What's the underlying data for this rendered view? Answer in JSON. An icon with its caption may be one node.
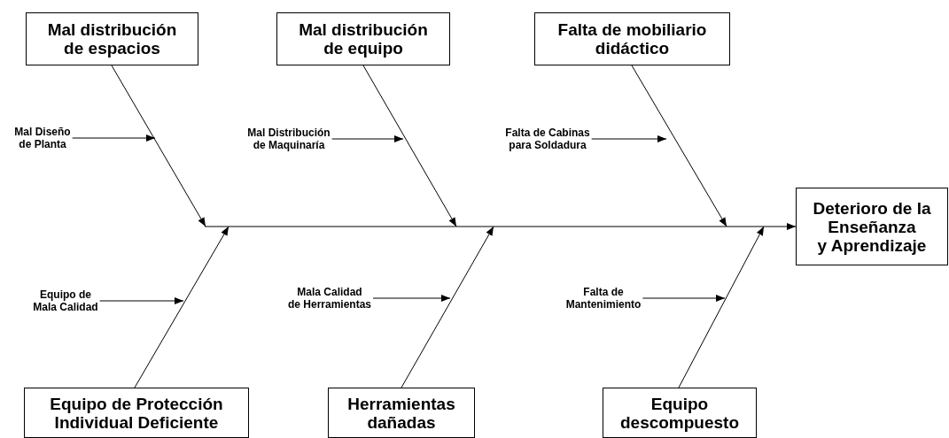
{
  "diagram": {
    "nodes": [
      {
        "text": [
          "Mal distribución de espacios"
        ]
      },
      {
        "text": [
          "Mal distribución de equipo"
        ]
      },
      {
        "text": [
          "Falta de mobiliario didáctico"
        ]
      },
      {
        "text": [
          "Deterioro de la Enseñanza y Aprendizaje"
        ]
      },
      {
        "text": [
          "Mal Diseño de Planta"
        ]
      },
      {
        "text": [
          "Mal Distribución de Maquinaría"
        ]
      },
      {
        "text": [
          "Falta de Cabinas para Soldadura"
        ]
      },
      {
        "text": [
          "Equipo de Mala Calidad"
        ]
      },
      {
        "text": [
          "Mala Calidad de Herramientas"
        ]
      },
      {
        "text": [
          "Falta de Mantenimiento"
        ]
      },
      {
        "text": [
          "Equipo de Protección Individual Deficiente"
        ]
      },
      {
        "text": [
          "Herramientas dañadas"
        ]
      },
      {
        "text": [
          "Equipo descompuesto"
        ]
      }
    ],
    "edges": [
      {
        "from": null,
        "to": 3,
        "arrow": "to"
      },
      {
        "from": 0,
        "to": null,
        "arrow": "to"
      },
      {
        "from": 1,
        "to": null,
        "arrow": "to"
      },
      {
        "from": 2,
        "to": null,
        "arrow": "to"
      },
      {
        "from": 10,
        "to": null,
        "arrow": "to"
      },
      {
        "from": 11,
        "to": null,
        "arrow": "to"
      },
      {
        "from": 12,
        "to": null,
        "arrow": "to"
      },
      {
        "from": 4,
        "to": null,
        "arrow": "to"
      },
      {
        "from": 5,
        "to": null,
        "arrow": "to"
      },
      {
        "from": 6,
        "to": null,
        "arrow": "to"
      },
      {
        "from": 7,
        "to": null,
        "arrow": "to"
      },
      {
        "from": 8,
        "to": null,
        "arrow": "to"
      },
      {
        "from": 9,
        "to": null,
        "arrow": "to"
      }
    ]
  }
}
